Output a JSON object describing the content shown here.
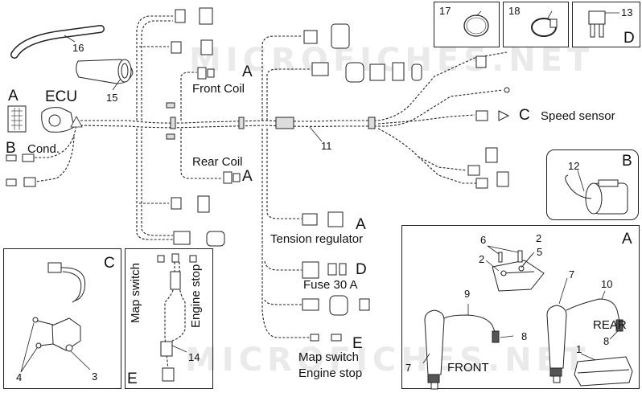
{
  "watermark": "MICROFICHES.NET",
  "labels": {
    "ecu": "ECU",
    "cond": "Cond.",
    "front_coil": "Front Coil",
    "rear_coil": "Rear Coil",
    "speed_sensor": "Speed sensor",
    "tension_regulator": "Tension regulator",
    "fuse": "Fuse 30 A",
    "map_switch": "Map switch",
    "engine_stop": "Engine stop",
    "map_switch_vert": "Map switch",
    "engine_stop_vert": "Engine stop",
    "front": "FRONT",
    "rear": "REAR"
  },
  "letters": {
    "a_ecu": "A",
    "b_cond": "B",
    "a_front_coil": "A",
    "a_rear_coil": "A",
    "c_speed": "C",
    "a_tension": "A",
    "d_fuse": "D",
    "e_map": "E",
    "b_box": "B",
    "c_box": "C",
    "d_box": "D",
    "e_box": "E",
    "a_box": "A"
  },
  "numbers": {
    "n1": "1",
    "n2a": "2",
    "n2b": "2",
    "n3": "3",
    "n4": "4",
    "n5": "5",
    "n6": "6",
    "n7a": "7",
    "n7b": "7",
    "n8a": "8",
    "n8b": "8",
    "n9": "9",
    "n10": "10",
    "n11": "11",
    "n12": "12",
    "n13": "13",
    "n14": "14",
    "n15": "15",
    "n16": "16",
    "n17": "17",
    "n18": "18"
  }
}
